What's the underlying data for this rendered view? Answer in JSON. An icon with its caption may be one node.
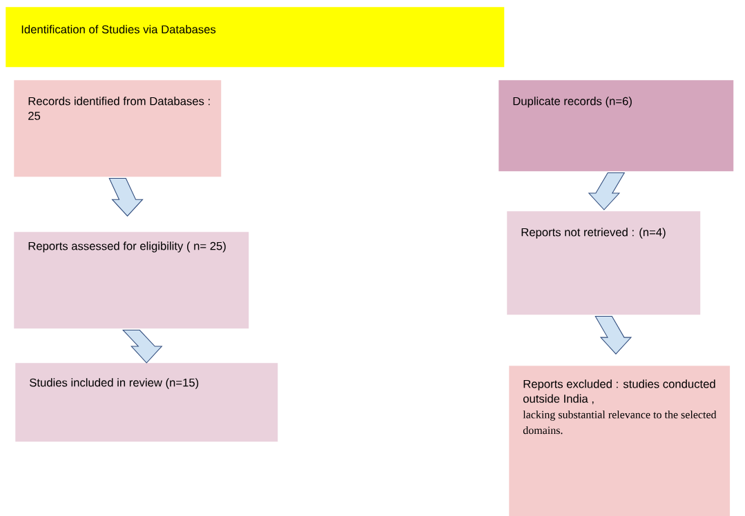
{
  "diagram": {
    "nodes": [
      {
        "text": [
          "Identification of Studies via Databases"
        ]
      },
      {
        "text": [
          "Records identified from Databases : 25"
        ]
      },
      {
        "text": [
          "Reports assessed for eligibility ( n= 25)"
        ]
      },
      {
        "text": [
          "Studies included in review (n=15)"
        ]
      },
      {
        "text": [
          "Duplicate records (n=6)"
        ]
      },
      {
        "text": [
          "Reports not retrieved : (n=4)"
        ]
      },
      {
        "text": [
          "Reports excluded : studies conducted outside India ,",
          "lacking substantial relevance to the selected domains."
        ]
      }
    ],
    "edges": [
      {
        "from": 1,
        "to": 2,
        "arrow": "to"
      },
      {
        "from": 2,
        "to": 3,
        "arrow": "to"
      },
      {
        "from": 4,
        "to": 5,
        "arrow": "to"
      },
      {
        "from": 5,
        "to": 6,
        "arrow": "to"
      }
    ]
  }
}
